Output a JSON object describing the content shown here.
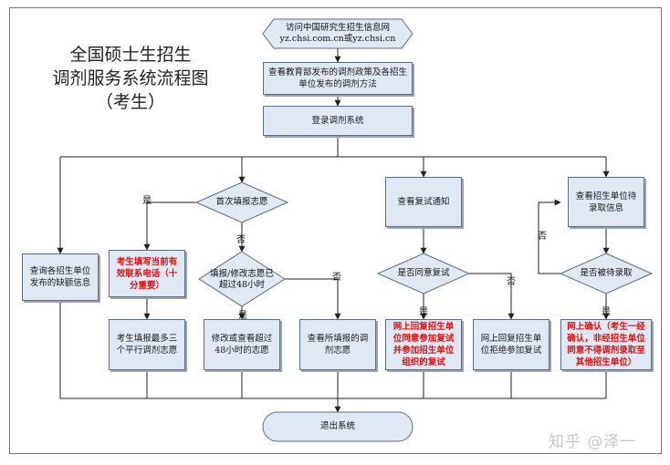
{
  "title": {
    "line1": "全国硕士生招生",
    "line2": "调剂服务系统流程图",
    "line3": "（考生）"
  },
  "start": {
    "line1": "访问中国研究生招生信息网",
    "line2": "yz.chsi.com.cn或yz.chsi.cn"
  },
  "steps": {
    "check_policy": "查看教育部发布的调剂政策及各招生单位发布的调剂方法",
    "login": "登录调剂系统",
    "view_vacancy": "查询各招生单位发布的缺额信息",
    "fill_phone": "考生填写当前有效联系电话（十分重要）",
    "fill_three": "考生填报最多三个平行调剂志愿",
    "modify_48h": "修改或查看超过48小时的志愿",
    "view_filled": "查看所填报的调剂志愿",
    "view_retest_notice": "查看复试通知",
    "accept_retest": "网上回复招生单位同意参加复试并参加招生单位组织的复试",
    "reject_retest": "网上回复招生单位拒绝参加复试",
    "view_admission_pending": "查看招生单位待录取信息",
    "confirm_admission": "网上确认（考生一经确认，非经招生单位同意不得调剂录取至其他招生单位）",
    "exit": "退出系统"
  },
  "decisions": {
    "first_fill": "首次填报志愿",
    "over_48h": "填报/修改志愿已超过48小时",
    "agree_retest": "是否同意复试",
    "pending_admission": "是否被待录取"
  },
  "labels": {
    "yes": "是",
    "no": "否"
  },
  "watermark": "知乎 @泽一",
  "colors": {
    "box_fill": "#dfe8f3",
    "box_border": "#5a6b82",
    "highlight_text": "#e01010",
    "line": "#222222"
  }
}
